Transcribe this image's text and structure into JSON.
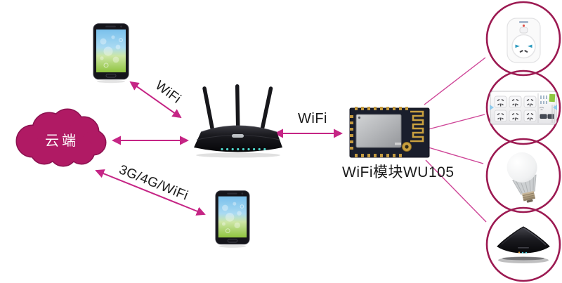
{
  "cloud": {
    "label": "云端"
  },
  "links": {
    "phone_router": {
      "label": "WiFi",
      "type": "bidirectional-arrow"
    },
    "cloud_router": {
      "label": "",
      "type": "bidirectional-arrow"
    },
    "cloud_phone": {
      "label": "3G/4G/WiFi",
      "type": "bidirectional-arrow"
    },
    "router_module": {
      "label": "WiFi",
      "type": "bidirectional-arrow"
    }
  },
  "module": {
    "caption": "WiFi模块WU105"
  },
  "devices": [
    {
      "name": "smartphone-top",
      "icon": "smartphone-icon"
    },
    {
      "name": "wifi-router",
      "icon": "router-icon"
    },
    {
      "name": "smartphone-bottom",
      "icon": "smartphone-icon"
    },
    {
      "name": "wifi-module-wu105",
      "icon": "pcb-module-icon"
    },
    {
      "name": "smart-plug",
      "icon": "smart-plug-icon"
    },
    {
      "name": "power-strip",
      "icon": "power-strip-icon"
    },
    {
      "name": "led-bulb",
      "icon": "led-bulb-icon"
    },
    {
      "name": "smart-remote-hub",
      "icon": "smart-hub-icon"
    }
  ],
  "colors": {
    "arrow": "#c52585",
    "circle_stroke": "#9c1a52",
    "cloud_fill": "#b01a64",
    "cloud_stroke": "#8c1150",
    "label_text": "#1a1a1a"
  }
}
